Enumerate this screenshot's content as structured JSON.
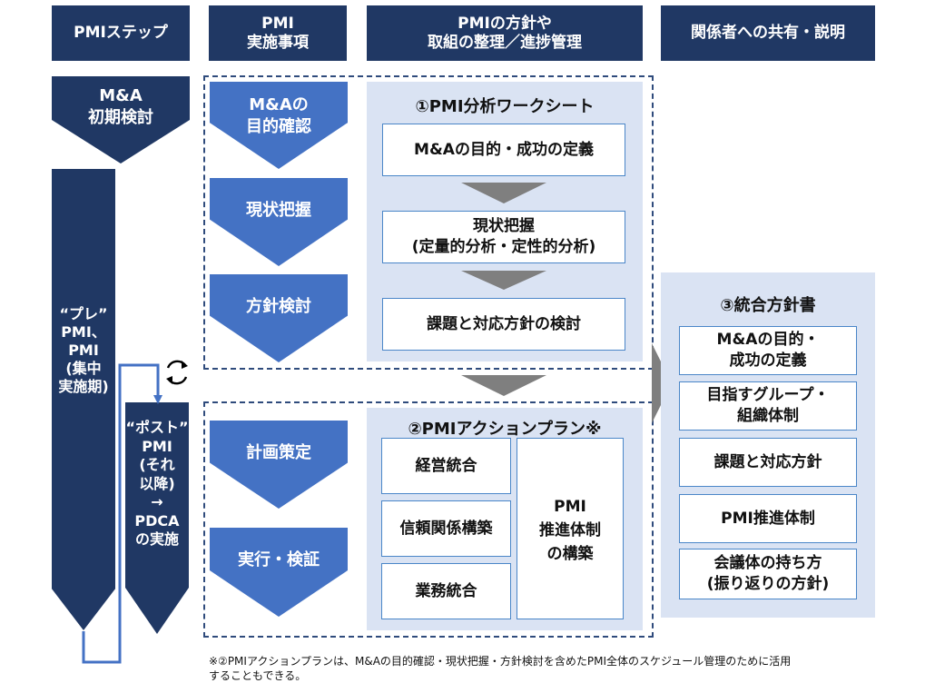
{
  "headers": [
    {
      "label": "PMIステップ"
    },
    {
      "label": "PMI\n実施事項"
    },
    {
      "label": "PMIの方針や\n取組の整理／進捗管理"
    },
    {
      "label": "関係者への共有・説明"
    }
  ],
  "steps": {
    "initial": "M&A\n初期検討",
    "pre": "“プレ”\nPMI、\nPMI\n(集中\n実施期)",
    "post": "“ポスト”\nPMI\n(それ\n以降)\n→\nPDCA\nの実施",
    "cycle_icon": "cycle-arrows-icon"
  },
  "actions_top": [
    "M&Aの\n目的確認",
    "現状把握",
    "方針検討"
  ],
  "actions_bottom": [
    "計画策定",
    "実行・検証"
  ],
  "worksheet": {
    "title": "①PMI分析ワークシート",
    "items": [
      "M&Aの目的・成功の定義",
      "現状把握\n(定量的分析・定性的分析)",
      "課題と対応方針の検討"
    ]
  },
  "action_plan": {
    "title": "②PMIアクションプラン※",
    "left_items": [
      "経営統合",
      "信頼関係構築",
      "業務統合"
    ],
    "right_item": "PMI\n推進体制\nの構築"
  },
  "policy_doc": {
    "title": "③統合方針書",
    "items": [
      "M&Aの目的・\n成功の定義",
      "目指すグループ・\n組織体制",
      "課題と対応方針",
      "PMI推進体制",
      "会議体の持ち方\n(振り返りの方針)"
    ]
  },
  "footnote": "※②PMIアクションプランは、M&Aの目的確認・現状把握・方針検討を含めたPMI全体のスケジュール管理のために活用\nすることもできる。",
  "colors": {
    "dark_navy": "#203864",
    "mid_blue": "#4472c4",
    "panel": "#dae3f3",
    "arrow_gray": "#7f7f7f",
    "connector": "#4472c4"
  }
}
